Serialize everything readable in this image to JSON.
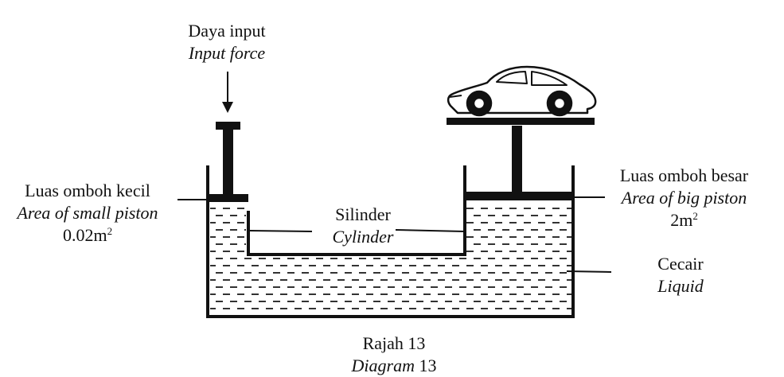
{
  "input_force": {
    "label_ms": "Daya input",
    "label_en": "Input force"
  },
  "small_piston": {
    "label_ms": "Luas omboh kecil",
    "label_en": "Area of small piston",
    "area_value": "0.02m",
    "area_exp": "2"
  },
  "big_piston": {
    "label_ms": "Luas omboh besar",
    "label_en": "Area of big piston",
    "area_value": "2m",
    "area_exp": "2"
  },
  "cylinder": {
    "label_ms": "Silinder",
    "label_en": "Cylinder"
  },
  "liquid": {
    "label_ms": "Cecair",
    "label_en": "Liquid"
  },
  "caption": {
    "ms_prefix": "Rajah 13",
    "en_word": "Diagram",
    "en_number": "13"
  },
  "colors": {
    "ink": "#111111",
    "liquid_dash": "#333333",
    "background": "#ffffff"
  },
  "icons": {
    "vehicle": "car-icon",
    "arrow": "down-arrow-icon"
  }
}
